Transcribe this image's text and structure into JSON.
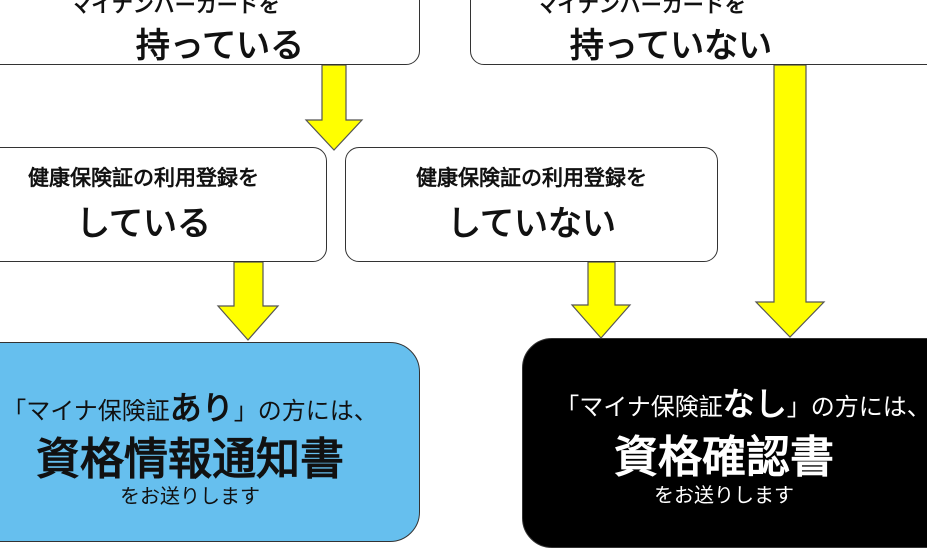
{
  "top_left": {
    "line1": "マイナンバーカードを",
    "line2": "持っている"
  },
  "top_right": {
    "line1": "マイナンバーカードを",
    "line2": "持っていない"
  },
  "mid_left": {
    "line1": "健康保険証の利用登録を",
    "line2": "している"
  },
  "mid_right": {
    "line1": "健康保険証の利用登録を",
    "line2": "していない"
  },
  "result_left": {
    "prefix": "「マイナ保険証",
    "emph": "あり",
    "suffix": "」の方には、",
    "title": "資格情報通知書",
    "note": "をお送りします"
  },
  "result_right": {
    "prefix": "「マイナ保険証",
    "emph": "なし",
    "suffix": "」の方には、",
    "title": "資格確認書",
    "note": "をお送りします"
  },
  "colors": {
    "arrow": "#ffff00",
    "result_left_bg": "#66bfee",
    "result_right_bg": "#000000"
  }
}
